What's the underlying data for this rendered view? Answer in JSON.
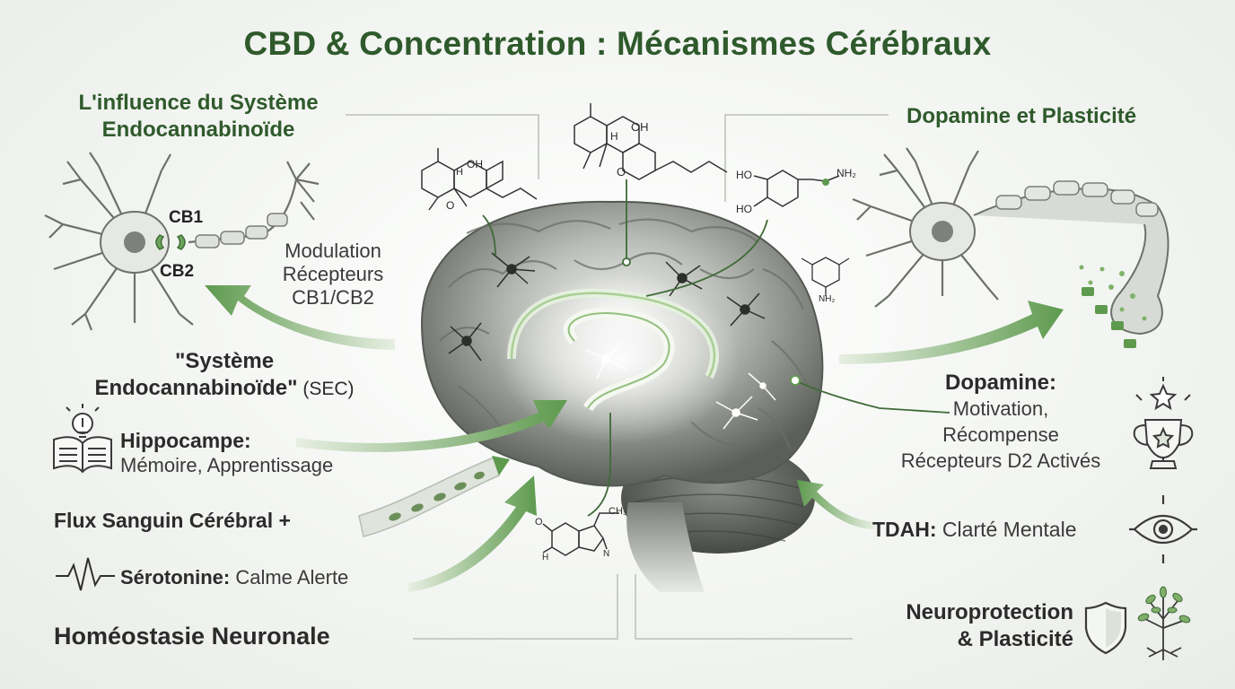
{
  "title": "CBD & Concentration : Mécanismes Cérébraux",
  "colors": {
    "accent_green": "#2f5a2c",
    "arrow_green": "#5e9a4e",
    "brain_grey": "#7d807b",
    "background": "#f2f4f1"
  },
  "left": {
    "sec_heading": [
      "L'influence du Système",
      "Endocannabinoïde"
    ],
    "cb1": "CB1",
    "cb2": "CB2",
    "modulation": [
      "Modulation",
      "Récepteurs",
      "CB1/CB2"
    ],
    "sec_label_bold": [
      "\"Système",
      "Endocannabinoïde\""
    ],
    "sec_label_suffix": " (SEC)",
    "hippocampus_title": "Hippocampe:",
    "hippocampus_text": "Mémoire, Apprentissage",
    "blood_flow": "Flux Sanguin Cérébral +",
    "serotonin_title": "Sérotonine:",
    "serotonin_text": " Calme Alerte",
    "homeostasis": "Homéostasie Neuronale"
  },
  "right": {
    "dopamine_heading": "Dopamine et Plasticité",
    "dopamine_title": "Dopamine:",
    "dopamine_lines": [
      "Motivation,",
      "Récompense",
      "Récepteurs D2 Activés"
    ],
    "adhd_title": "TDAH:",
    "adhd_text": " Clarté Mentale",
    "neuro": [
      "Neuroprotection",
      "& Plasticité"
    ]
  },
  "molecules": {
    "oh_1": "OH",
    "oh_2": "OH",
    "h_1": "H",
    "h_2": "H",
    "o_1": "O",
    "o_2": "O",
    "dopamine_ho1": "HO",
    "dopamine_ho2": "HO",
    "dopamine_nh2": "NH₂",
    "nh2_small": "NH₂",
    "serotonin_o": "O",
    "serotonin_ch3": "CH₃",
    "serotonin_nh": "H",
    "serotonin_n": "N"
  },
  "icons": [
    "neuron-icon",
    "lightbulb-book-icon",
    "pulse-wave-icon",
    "trophy-star-icon",
    "eye-icon",
    "shield-icon",
    "tree-roots-icon",
    "blood-vessel-icon"
  ]
}
